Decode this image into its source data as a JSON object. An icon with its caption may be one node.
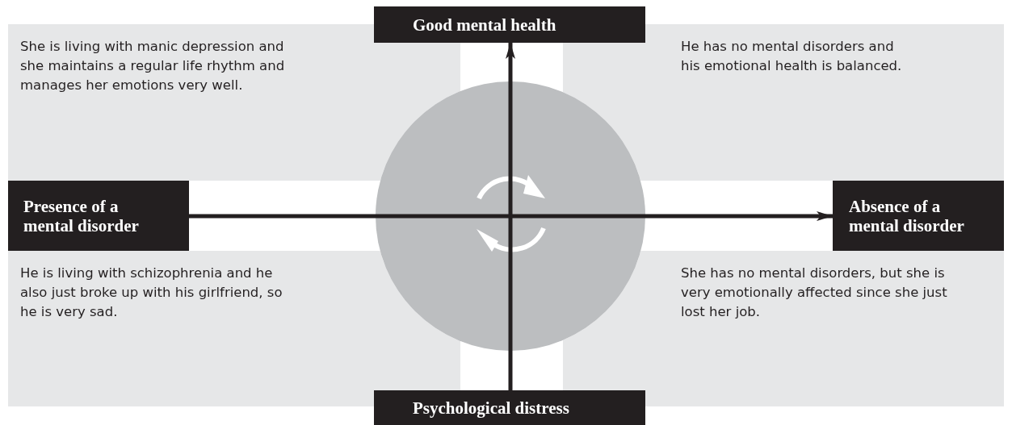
{
  "diagram": {
    "nodes": [
      {
        "text": [
          "Good mental health"
        ]
      },
      {
        "text": [
          "She is living with manic depression and she maintains a regular life rhythm and manages her emotions very well."
        ]
      },
      {
        "text": [
          "He has no mental disorders and his emotional health is balanced."
        ]
      },
      {
        "text": [
          "Presence of a mental disorder"
        ]
      },
      {
        "text": [
          "Absence of a mental disorder"
        ]
      },
      {
        "text": [
          "He is living with schizophrenia and he also just broke up with his girlfriend, so he is very sad."
        ]
      },
      {
        "text": [
          "She has no mental disorders, but she is very emotionally affected since she just lost her job."
        ]
      },
      {
        "text": [
          "Psychological distress"
        ]
      }
    ],
    "edges": [
      {
        "from": 7,
        "to": 0,
        "arrow": "to"
      },
      {
        "from": 3,
        "to": 4,
        "arrow": "to"
      }
    ]
  }
}
